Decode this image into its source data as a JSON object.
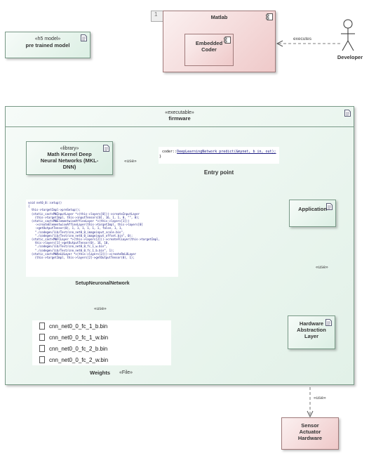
{
  "h5_model": {
    "stereotype": "«h5 model»",
    "name": "pre trained model"
  },
  "matlab": {
    "tab": "1",
    "name": "Matlab"
  },
  "embedded_coder": {
    "name_line1": "Embedded",
    "name_line2": "Coder"
  },
  "developer": {
    "label": "Developer"
  },
  "executes_label": "executes",
  "firmware": {
    "stereotype": "«executable»",
    "name": "firmware"
  },
  "library": {
    "stereotype": "«library»",
    "name_line1": "Math Kernel Deep",
    "name_line2": "Neural Networks (MKL-",
    "name_line3": "DNN)"
  },
  "use_label_library": "«use»",
  "entry_point": {
    "code_line1_prefix": "coder::",
    "code_line1_link": "DeepLearningNetwork_predict(&mynet, b_in, out);",
    "code_line2": "}",
    "label": "Entry point"
  },
  "application": {
    "name": "Application"
  },
  "setup": {
    "label": "SetupNeuronalNetwork",
    "code_lines": [
      "void net0_0::setup()",
      "{",
      "  this->targetImpl->preSetup();",
      "  (static_cast<MWInputLayer *>(this->layers[0]))->createInputLayer",
      "    (this->targetImpl, this->inputTensors[0], 16, 1, 1, 0, \"\", 0);",
      "  (static_cast<MWElementwiseAffineLayer *>(this->layers[1]))",
      "    ->createElementwiseAffineLayer(this->targetImpl, this->layers[0]",
      "    ->getOutputTensor(0), 1, 1, 1, 1, 1, 1, false, 1, 1,",
      "    \"./codegen/lib/Test/cnn_net0_0_imageinput_scale.bin\",",
      "    \"./codegen/lib/Test/cnn_net0_0_imageinput_offset.bin\", 0);",
      "  (static_cast<MWFCLayer *>(this->layers[2]))->createFCLayer(this->targetImpl,",
      "    this->layers[1]->getOutputTensor(0), 16, 10,",
      "    \"./codegen/lib/Test/cnn_net0_0_fc_1_w.bin\",",
      "    \"./codegen/lib/Test/cnn_net0_0_fc_1_b.bin\", 1);",
      "  (static_cast<MWReLULayer *>(this->layers[3]))->createReLULayer",
      "    (this->targetImpl, this->layers[2]->getOutputTensor(0), 1);"
    ]
  },
  "use_label_setup": "«use»",
  "weights": {
    "files": [
      "cnn_net0_0_fc_1_b.bin",
      "cnn_net0_0_fc_1_w.bin",
      "cnn_net0_0_fc_2_b.bin",
      "cnn_net0_0_fc_2_w.bin"
    ],
    "label": "Weights",
    "stereotype": "«File»"
  },
  "use_label_hal": "«use»",
  "hal": {
    "name_line1": "Hardware",
    "name_line2": "Abstraction",
    "name_line3": "Layer"
  },
  "use_label_sensor": "«use»",
  "sensor": {
    "name_line1": "Sensor",
    "name_line2": "Actuator",
    "name_line3": "Hardware"
  },
  "colors": {
    "green_fill": "#dcefe4",
    "pink_fill": "#efc9c9",
    "code_blue": "#1a1a80"
  }
}
